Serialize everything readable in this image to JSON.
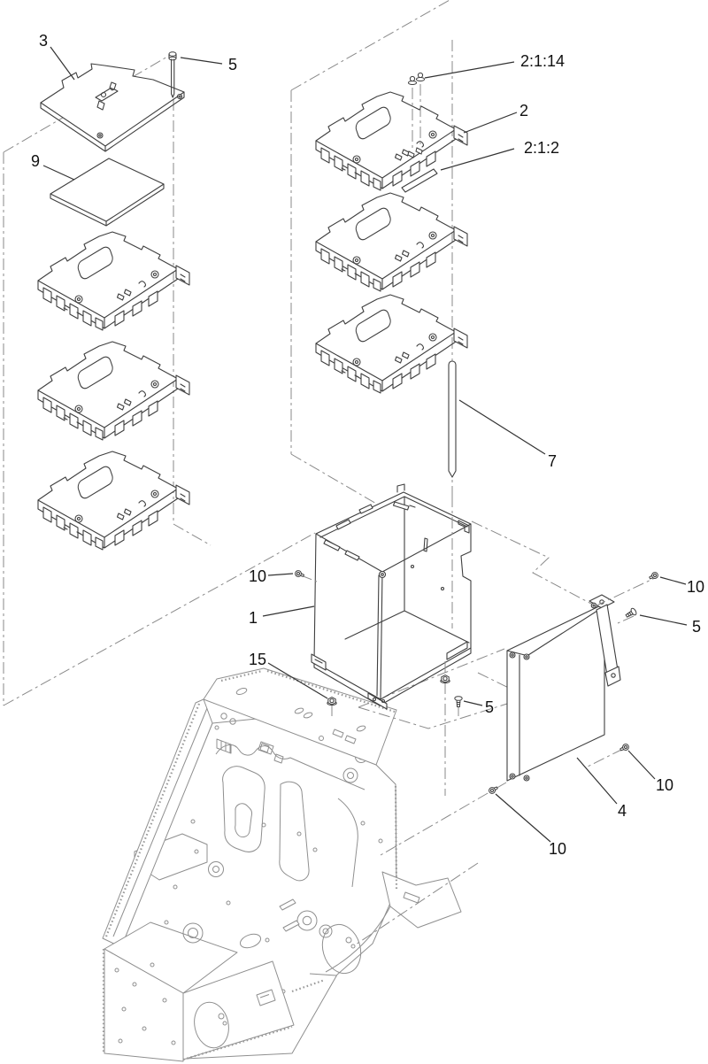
{
  "figure": {
    "type": "exploded-parts-diagram",
    "background": "#ffffff",
    "part_line_color": "#3f3f3f",
    "frame_line_color": "#8f8f8f",
    "construction_line_color": "#8a8a8a",
    "label_color": "#111111"
  },
  "callouts": {
    "item3": {
      "label": "3"
    },
    "item5_top": {
      "label": "5"
    },
    "item9": {
      "label": "9"
    },
    "item2_1_14": {
      "label": "2:1:14"
    },
    "item2": {
      "label": "2"
    },
    "item2_1_2": {
      "label": "2:1:2"
    },
    "item7": {
      "label": "7"
    },
    "item10_left": {
      "label": "10"
    },
    "item1": {
      "label": "1"
    },
    "item15": {
      "label": "15"
    },
    "item5_mid": {
      "label": "5"
    },
    "item10_top_right": {
      "label": "10"
    },
    "item5_right": {
      "label": "5"
    },
    "item10_bottom_right": {
      "label": "10"
    },
    "item4": {
      "label": "4"
    },
    "item10_bottom": {
      "label": "10"
    }
  }
}
